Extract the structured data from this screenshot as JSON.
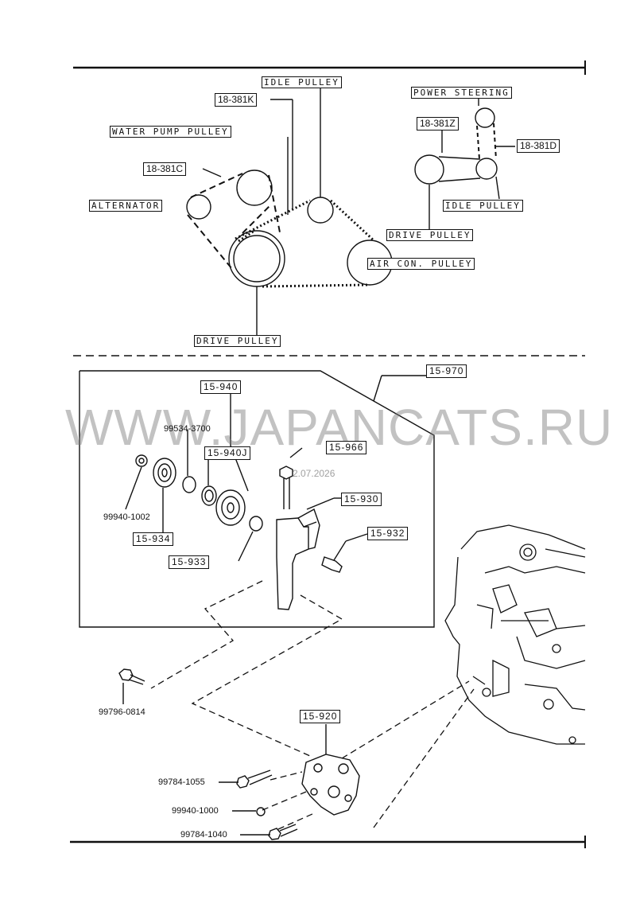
{
  "belt_labels": {
    "idle_pulley_top": "IDLE PULLEY",
    "water_pump_pulley": "WATER PUMP PULLEY",
    "alternator": "ALTERNATOR",
    "air_con_pulley": "AIR CON. PULLEY",
    "drive_pulley_main": "DRIVE PULLEY",
    "power_steering": "POWER STEERING",
    "idle_pulley_ps": "IDLE PULLEY",
    "drive_pulley_ps": "DRIVE PULLEY"
  },
  "belt_part_numbers": {
    "k": "18-381K",
    "c": "18-381C",
    "z": "18-381Z",
    "d": "18-381D"
  },
  "part_numbers": {
    "p15970": "15-970",
    "p15940": "15-940",
    "p15940j": "15-940J",
    "p15966": "15-966",
    "p15930": "15-930",
    "p15932": "15-932",
    "p15934": "15-934",
    "p15933": "15-933",
    "p15920": "15-920"
  },
  "bolt_numbers": {
    "b99534_3700": "99534-3700",
    "b99940_1002": "99940-1002",
    "b99796_0814": "99796-0814",
    "b99784_1055": "99784-1055",
    "b99940_1000": "99940-1000",
    "b99784_1040": "99784-1040"
  },
  "watermark": {
    "text": "WWW.JAPANCATS.RU",
    "date": "2.07.2026"
  }
}
